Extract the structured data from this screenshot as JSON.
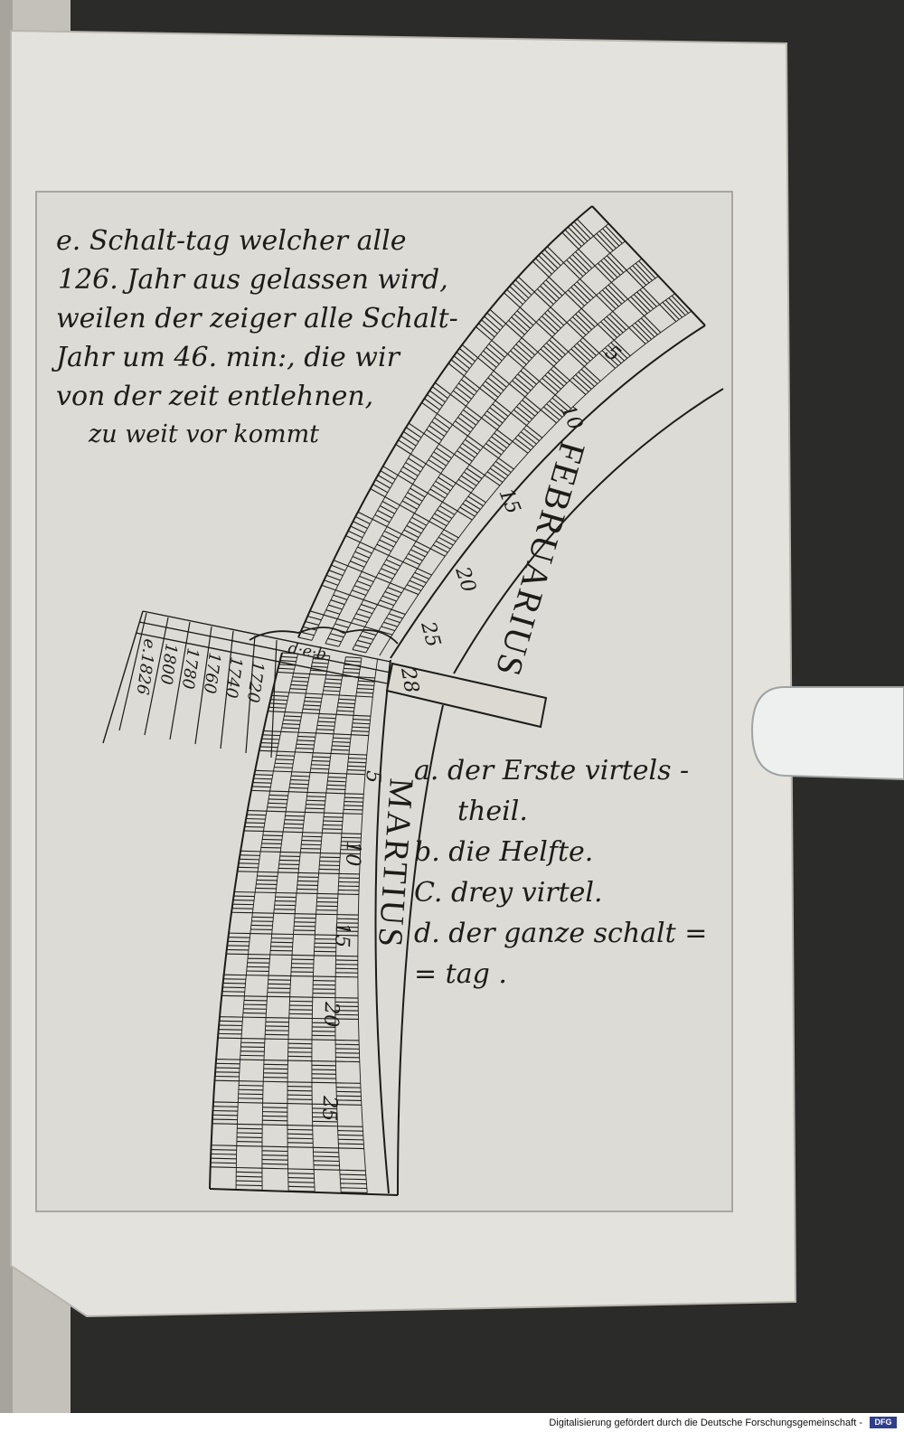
{
  "note_e": {
    "lines": [
      "e. Schalt-tag welcher alle",
      "126. Jahr aus gelassen wird,",
      "weilen der zeiger alle Schalt-",
      "Jahr um 46. min:, die wir",
      "von der zeit entlehnen,",
      "zu weit vor kommt"
    ]
  },
  "months": {
    "februarius": "FEBRUARIUS",
    "martius": "MARTIUS"
  },
  "feb_day_numbers": [
    "5",
    "10",
    "15",
    "20",
    "25",
    "28"
  ],
  "mar_day_numbers": [
    "5",
    "10",
    "15",
    "20",
    "25"
  ],
  "years": [
    "1720",
    "1740",
    "1760",
    "1780",
    "1800",
    "1826"
  ],
  "year_prefix": "e.",
  "pointer_marks": {
    "d": "d",
    "e": "e",
    "letters_row": "d·e·b"
  },
  "legend": {
    "lines": [
      "a. der Erste virtels -",
      "theil.",
      "b. die Helfte.",
      "C. drey virtel.",
      "d. der ganze schalt =",
      "= tag ."
    ]
  },
  "footer": {
    "credit": "Digitalisierung gefördert durch die Deutsche Forschungsgemeinschaft -",
    "logo": "DFG"
  },
  "colors": {
    "ink": "#1e1c19",
    "paper": "#e3e1dc",
    "plate": "#dcdad5",
    "background": "#2b2b29",
    "left_strip": "#c9c6c0"
  }
}
